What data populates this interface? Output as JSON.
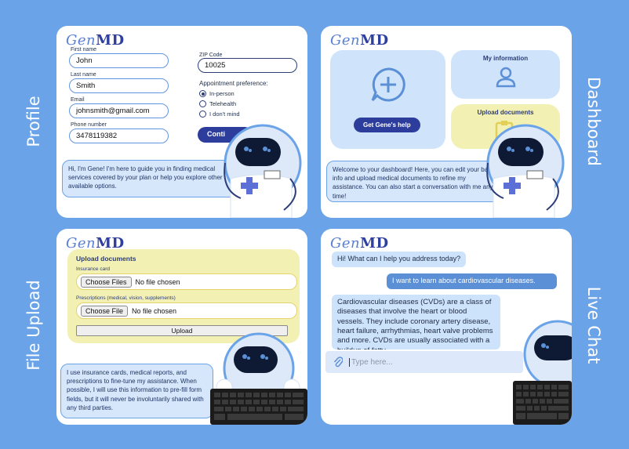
{
  "labels": {
    "profile": "Profile",
    "dashboard": "Dashboard",
    "file_upload": "File Upload",
    "live_chat": "Live Chat"
  },
  "brand": {
    "logo_prefix": "Gen",
    "logo_suffix": "MD"
  },
  "profile": {
    "first_name_label": "First name",
    "first_name_value": "John",
    "last_name_label": "Last name",
    "last_name_value": "Smith",
    "email_label": "Email",
    "email_value": "johnsmith@gmail.com",
    "phone_label": "Phone number",
    "phone_value": "3478119382",
    "zip_label": "ZIP Code",
    "zip_value": "10025",
    "preference_label": "Appointment preference:",
    "options": [
      "In-person",
      "Telehealth",
      "I don't mind"
    ],
    "selected_option": "In-person",
    "continue_label": "Conti",
    "message": "Hi, I'm Gene! I'm here to guide you in finding medical services covered by your plan or help you explore other available options."
  },
  "dashboard": {
    "help_button": "Get Gene's help",
    "my_info_title": "My information",
    "upload_title": "Upload documents",
    "message": "Welcome to your dashboard! Here, you can edit your basic info and upload medical documents to refine my assistance. You can also start a conversation with me any time!"
  },
  "file_upload": {
    "title": "Upload documents",
    "insurance_label": "Insurance card",
    "choose_files_label": "Choose Files",
    "insurance_status": "No file chosen",
    "prescriptions_label": "Prescriptions (medical, vision, supplements)",
    "choose_file_label": "Choose File",
    "prescriptions_status": "No file chosen",
    "upload_button": "Upload",
    "message": "I use insurance cards, medical reports, and prescriptions to fine-tune my assistance. When possible, I will use this information to pre-fill form fields, but it will never be involuntarily shared with any third parties."
  },
  "chat": {
    "messages": [
      {
        "from": "bot",
        "text": "Hi! What can I help you address today?"
      },
      {
        "from": "user",
        "text": "I want to learn about cardiovascular diseases."
      },
      {
        "from": "bot",
        "text": "Cardiovascular diseases (CVDs) are a class of diseases that involve the heart or blood vessels. They include coronary artery disease, heart failure, arrhythmias, heart valve problems and more. CVDs are usually associated with a buildup of fatty"
      }
    ],
    "input_placeholder": "Type here..."
  },
  "colors": {
    "background": "#6aa3e8",
    "brand_navy": "#2c3d9b",
    "light_blue_tile": "#cfe4fb",
    "yellow_tile": "#f3f0b4"
  },
  "icons": [
    "chat-plus-icon",
    "user-icon",
    "clipboard-icon",
    "paperclip-icon",
    "robot-mascot",
    "stethoscope-icon",
    "keyboard-icon"
  ]
}
